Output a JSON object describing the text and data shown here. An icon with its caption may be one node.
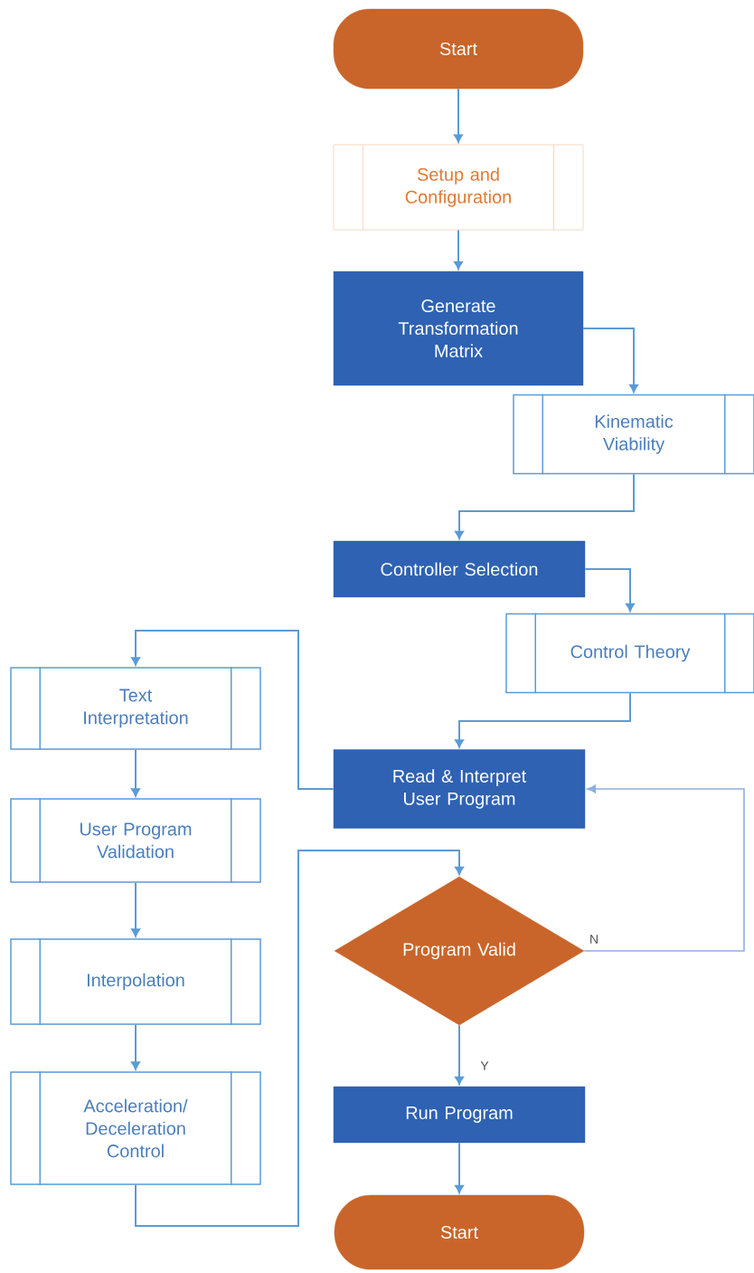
{
  "diagram": {
    "nodes": [
      {
        "text": [
          "Start"
        ]
      },
      {
        "text": [
          "Setup and Configuration"
        ]
      },
      {
        "text": [
          "Generate Transformation Matrix"
        ]
      },
      {
        "text": [
          "Kinematic Viability"
        ]
      },
      {
        "text": [
          "Controller Selection"
        ]
      },
      {
        "text": [
          "Control Theory"
        ]
      },
      {
        "text": [
          "Text Interpretation"
        ]
      },
      {
        "text": [
          "User Program Validation"
        ]
      },
      {
        "text": [
          "Interpolation"
        ]
      },
      {
        "text": [
          "Acceleration/ Deceleration Control"
        ]
      },
      {
        "text": [
          "Read & Interpret User Program"
        ]
      },
      {
        "text": [
          "Program Valid"
        ]
      },
      {
        "text": [
          "Run Program"
        ]
      },
      {
        "text": [
          "Start"
        ]
      }
    ],
    "edges": [
      {
        "from": 0,
        "to": 1,
        "arrow": "to"
      },
      {
        "from": 1,
        "to": 2,
        "arrow": "to"
      },
      {
        "from": 2,
        "to": 3,
        "arrow": "to"
      },
      {
        "from": 3,
        "to": 4,
        "arrow": "to"
      },
      {
        "from": 4,
        "to": 5,
        "arrow": "to"
      },
      {
        "from": 5,
        "to": 10,
        "arrow": "to"
      },
      {
        "from": 10,
        "to": 6,
        "arrow": "to"
      },
      {
        "from": 6,
        "to": 7,
        "arrow": "to"
      },
      {
        "from": 7,
        "to": 8,
        "arrow": "to"
      },
      {
        "from": 8,
        "to": 9,
        "arrow": "to"
      },
      {
        "from": 9,
        "to": 11,
        "arrow": "to"
      },
      {
        "from": 11,
        "to": 10,
        "arrow": "to",
        "label": "N",
        "color": "#8fb0e0"
      },
      {
        "from": 11,
        "to": 12,
        "arrow": "to",
        "label": "Y"
      },
      {
        "from": 12,
        "to": 13,
        "arrow": "to"
      }
    ]
  }
}
